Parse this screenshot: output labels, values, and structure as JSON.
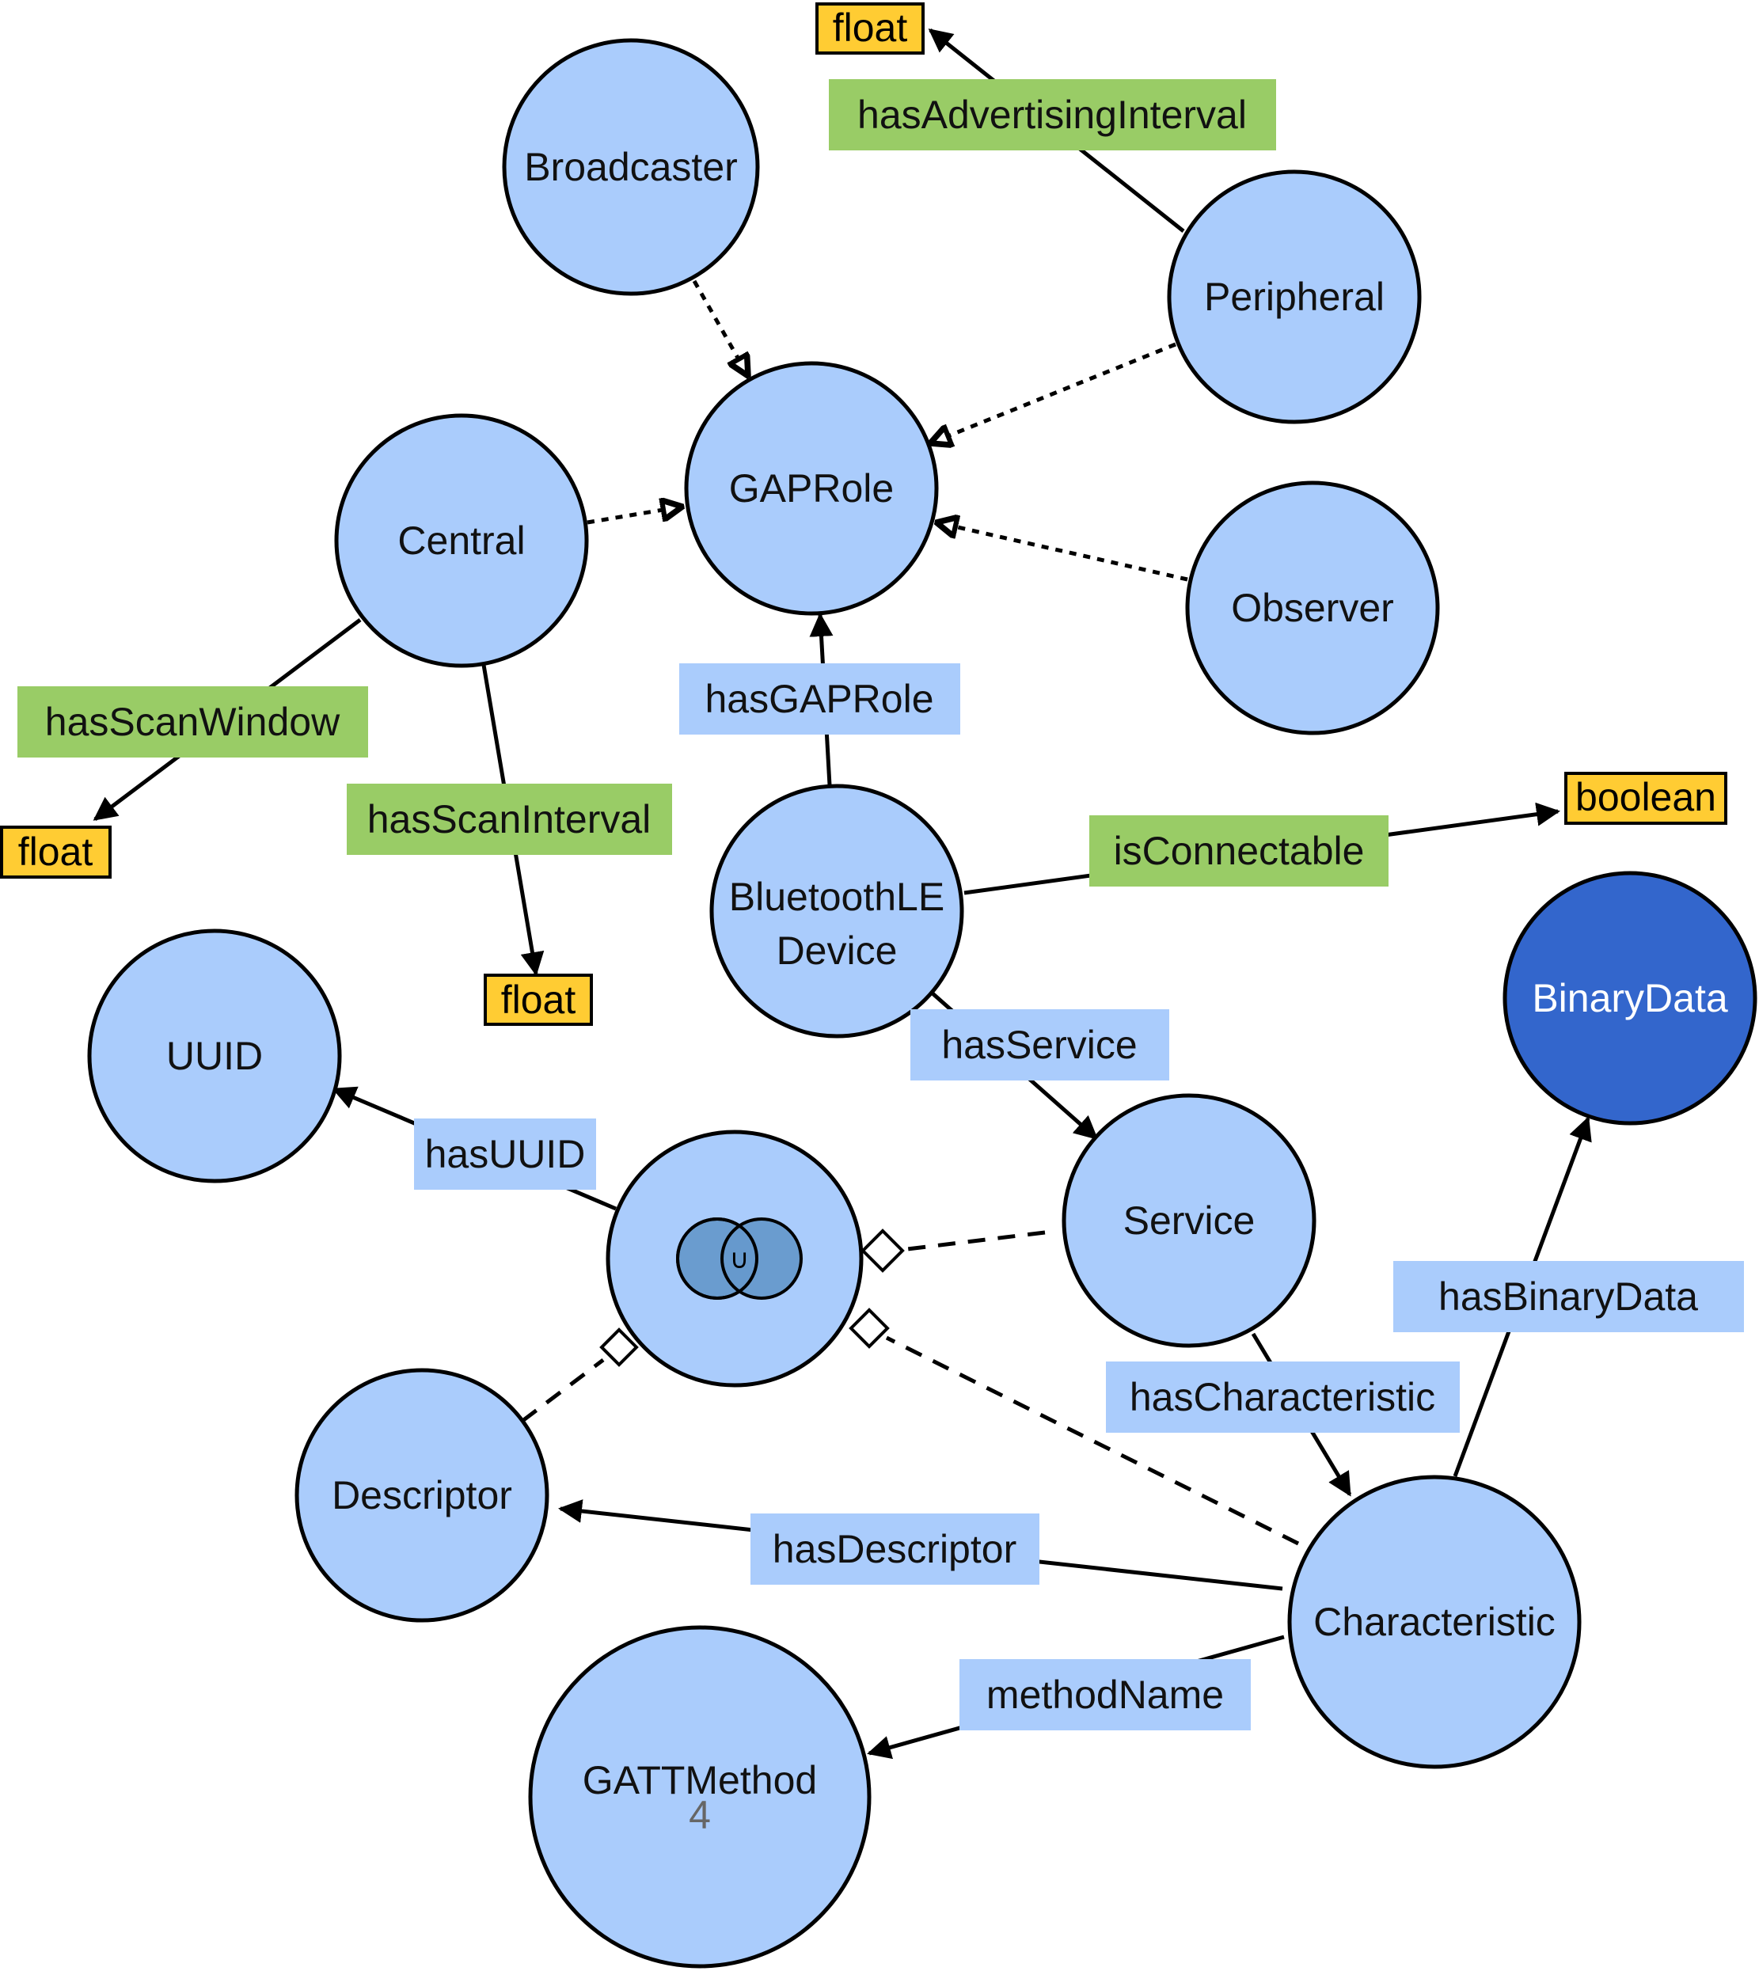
{
  "nodes": {
    "broadcaster": "Broadcaster",
    "peripheral": "Peripheral",
    "gaprole": "GAPRole",
    "central": "Central",
    "observer": "Observer",
    "ble_device": [
      "BluetoothLE",
      "Device"
    ],
    "uuid": "UUID",
    "service": "Service",
    "binarydata": "BinaryData",
    "descriptor": "Descriptor",
    "characteristic": "Characteristic",
    "gattmethod": "GATTMethod",
    "union_symbol": "∪"
  },
  "properties": {
    "hasAdvertisingInterval": "hasAdvertisingInterval",
    "hasScanWindow": "hasScanWindow",
    "hasScanInterval": "hasScanInterval",
    "hasGAPRole": "hasGAPRole",
    "isConnectable": "isConnectable",
    "hasService": "hasService",
    "hasUUID": "hasUUID",
    "hasBinaryData": "hasBinaryData",
    "hasCharacteristic": "hasCharacteristic",
    "hasDescriptor": "hasDescriptor",
    "methodName": "methodName"
  },
  "literals": {
    "float_advertising": "float",
    "float_scanwindow": "float",
    "float_scaninterval": "float",
    "boolean_connectable": "boolean"
  },
  "colors": {
    "class": "#aaccfc",
    "external_class": "#3366cc",
    "object_property": "#aaccfc",
    "datatype_property": "#99cc66",
    "literal": "#ffcc33"
  },
  "page_number": "4"
}
